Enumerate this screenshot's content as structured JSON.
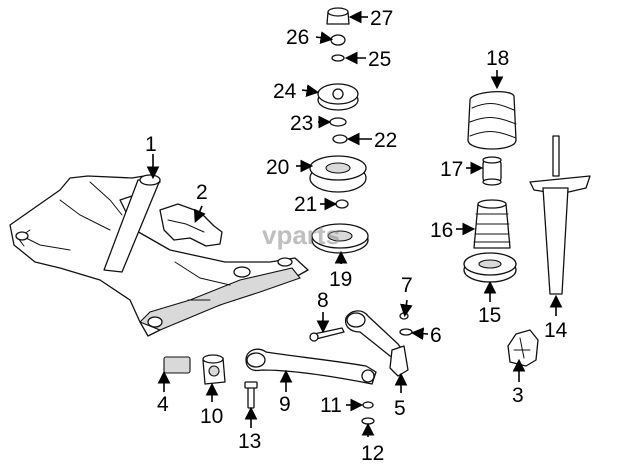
{
  "watermark": "vparts",
  "callouts": {
    "c1": "1",
    "c2": "2",
    "c3": "3",
    "c4": "4",
    "c5": "5",
    "c6": "6",
    "c7": "7",
    "c8": "8",
    "c9": "9",
    "c10": "10",
    "c11": "11",
    "c12": "12",
    "c13": "13",
    "c14": "14",
    "c15": "15",
    "c16": "16",
    "c17": "17",
    "c18": "18",
    "c19": "19",
    "c20": "20",
    "c21": "21",
    "c22": "22",
    "c23": "23",
    "c24": "24",
    "c25": "25",
    "c26": "26",
    "c27": "27"
  }
}
